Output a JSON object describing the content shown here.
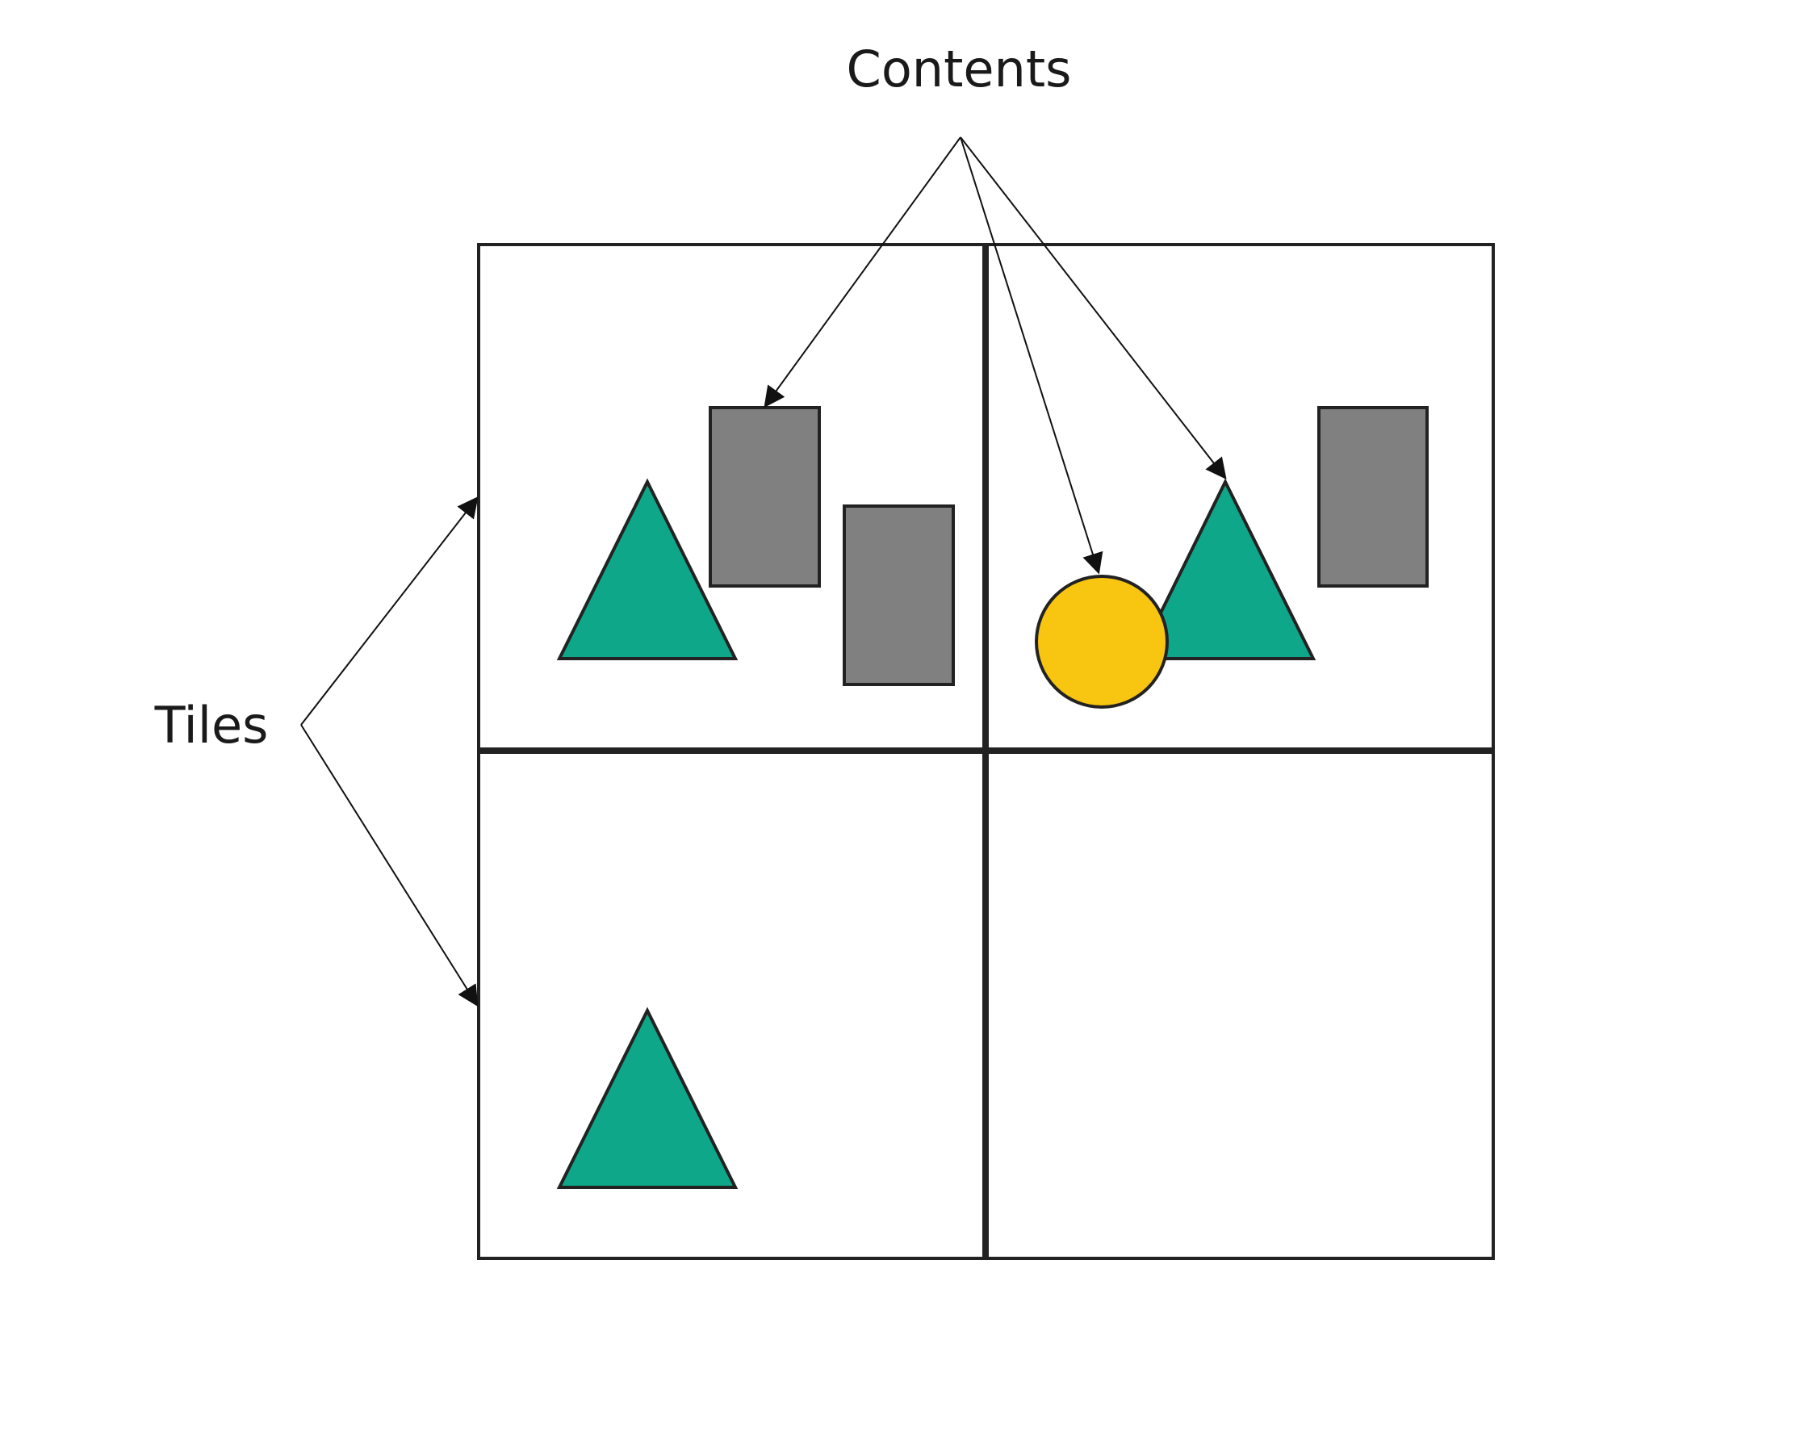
{
  "labels": {
    "contents": "Contents",
    "tiles": "Tiles"
  },
  "colors": {
    "background": "#ffffff",
    "stroke": "#222222",
    "triangle_fill": "#0ea789",
    "rectangle_fill": "#808080",
    "circle_fill": "#f8c510"
  },
  "tiles": [
    {
      "name": "top-left",
      "contents": [
        "triangle",
        "rectangle",
        "rectangle"
      ]
    },
    {
      "name": "top-right",
      "contents": [
        "circle",
        "triangle",
        "rectangle"
      ]
    },
    {
      "name": "bottom-left",
      "contents": [
        "triangle"
      ]
    },
    {
      "name": "bottom-right",
      "contents": []
    }
  ]
}
